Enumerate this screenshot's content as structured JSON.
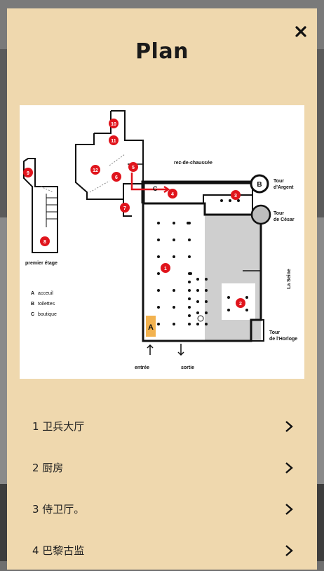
{
  "modal": {
    "title": "Plan",
    "close_icon": "close-icon"
  },
  "plan": {
    "labels": {
      "ground_floor": "rez-de-chaussée",
      "first_floor": "premier étage",
      "tour_argent": [
        "Tour",
        "d'Argent"
      ],
      "tour_cesar": [
        "Tour",
        "de César"
      ],
      "tour_horloge": [
        "Tour",
        "de l'Horloge"
      ],
      "seine": "La Seine",
      "entrance": "entrée",
      "exit": "sortie"
    },
    "legend": [
      {
        "key": "A",
        "text": "acceuil"
      },
      {
        "key": "B",
        "text": "toilettes"
      },
      {
        "key": "C",
        "text": "boutique"
      }
    ],
    "markers": [
      "1",
      "2",
      "3",
      "4",
      "5",
      "6",
      "7",
      "8",
      "9",
      "10",
      "11",
      "12"
    ],
    "letters": [
      "A",
      "B",
      "C"
    ]
  },
  "list": {
    "items": [
      {
        "label": "1 卫兵大厅"
      },
      {
        "label": "2 厨房"
      },
      {
        "label": "3 侍卫厅。"
      },
      {
        "label": "4 巴黎古监"
      }
    ]
  },
  "colors": {
    "modal_bg": "#efd8ae",
    "marker_red": "#e0141c",
    "accueil_orange": "#f2b24f"
  }
}
